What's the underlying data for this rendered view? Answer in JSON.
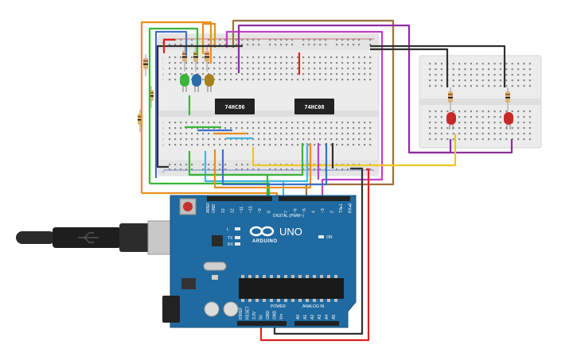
{
  "chips": {
    "left": "74HC86",
    "right": "74HC08"
  },
  "arduino": {
    "brand": "ARDUINO",
    "model": "UNO",
    "digital_label": "DIGITAL (PWM~)",
    "power_label": "POWER",
    "analog_label": "ANALOG IN",
    "tx": "TX",
    "rx": "RX",
    "l": "L",
    "on": "ON",
    "aref": "AREF",
    "gnd": "GND",
    "top_pins": [
      "13",
      "12",
      "~11",
      "~10",
      "~9",
      "8",
      "7",
      "~6",
      "~5",
      "4",
      "~3",
      "2",
      "TX▸1",
      "RX◂0"
    ],
    "power_pins": [
      "IOREF",
      "RESET",
      "3.3V",
      "5V",
      "GND",
      "GND",
      "Vin"
    ],
    "analog_pins": [
      "A0",
      "A1",
      "A2",
      "A3",
      "A4",
      "A5"
    ]
  },
  "breadboard": {
    "plus": "+",
    "minus": "−",
    "rows_top": [
      "j",
      "i",
      "h",
      "g",
      "f"
    ],
    "rows_bottom": [
      "e",
      "d",
      "c",
      "b",
      "a"
    ]
  },
  "colors": {
    "board_blue": "#1f6aa0",
    "breadboard": "#eeeeee",
    "wire_orange": "#e8901c",
    "wire_brown": "#a0703c",
    "wire_purple": "#8e2da0",
    "wire_magenta": "#c040c8",
    "wire_red": "#e02020",
    "wire_black": "#303030",
    "wire_green": "#3cb43c",
    "wire_blue": "#3c70c8",
    "wire_cyan": "#40b8e0",
    "wire_yellow": "#f0c820",
    "led_green": "#3cb43c",
    "led_blue": "#2a6ea8",
    "led_olive": "#a8801c",
    "led_red": "#c82828"
  }
}
